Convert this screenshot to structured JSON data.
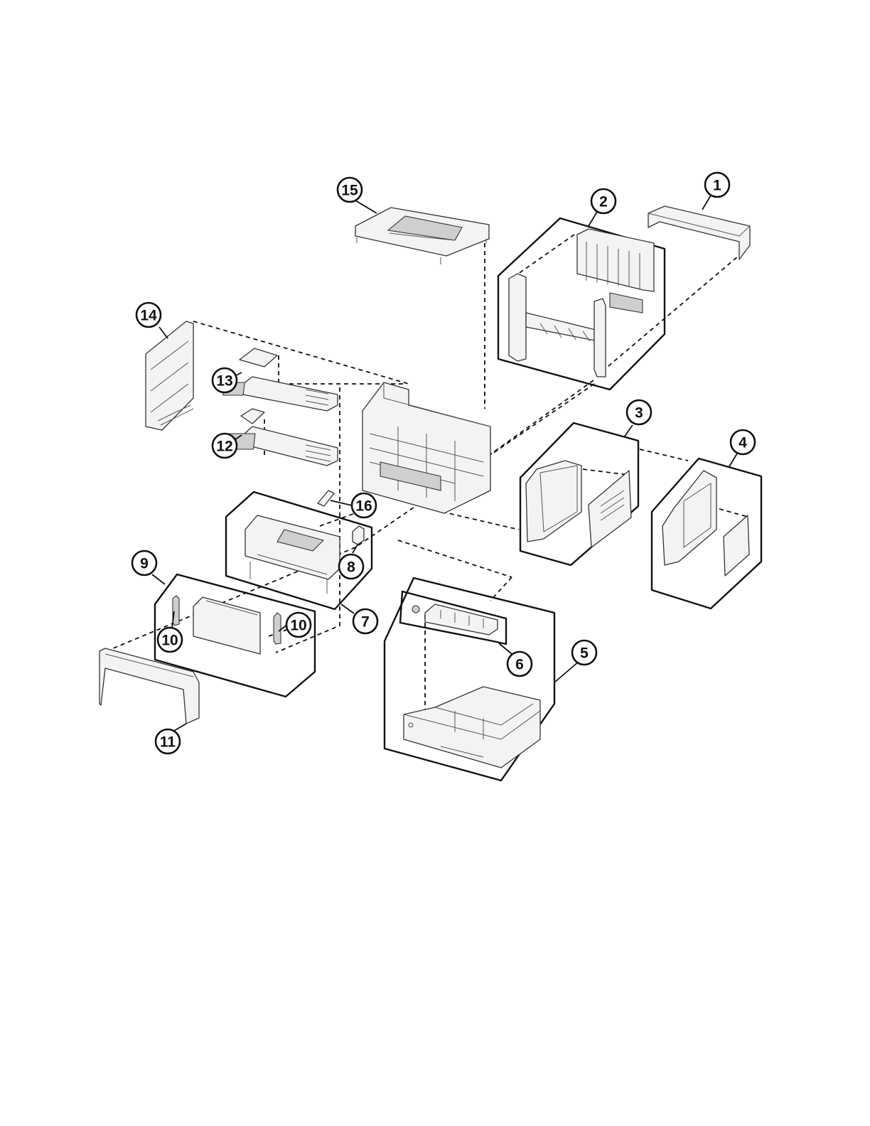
{
  "callouts": [
    {
      "id": "top-rear-cover",
      "label": "1"
    },
    {
      "id": "rear-door-assembly",
      "label": "2"
    },
    {
      "id": "right-side-cover-a",
      "label": "3"
    },
    {
      "id": "right-side-cover-b",
      "label": "4"
    },
    {
      "id": "paper-tray-assembly",
      "label": "5"
    },
    {
      "id": "tray-insert",
      "label": "6"
    },
    {
      "id": "front-door-assembly",
      "label": "7"
    },
    {
      "id": "latch",
      "label": "8"
    },
    {
      "id": "front-access-door-assembly",
      "label": "9"
    },
    {
      "id": "hinge-left",
      "label": "10"
    },
    {
      "id": "hinge-right",
      "label": "10"
    },
    {
      "id": "front-cover",
      "label": "11"
    },
    {
      "id": "operator-panel-b",
      "label": "12"
    },
    {
      "id": "operator-panel-a",
      "label": "13"
    },
    {
      "id": "left-side-cover",
      "label": "14"
    },
    {
      "id": "top-cover",
      "label": "15"
    },
    {
      "id": "sensor-flag",
      "label": "16"
    }
  ]
}
